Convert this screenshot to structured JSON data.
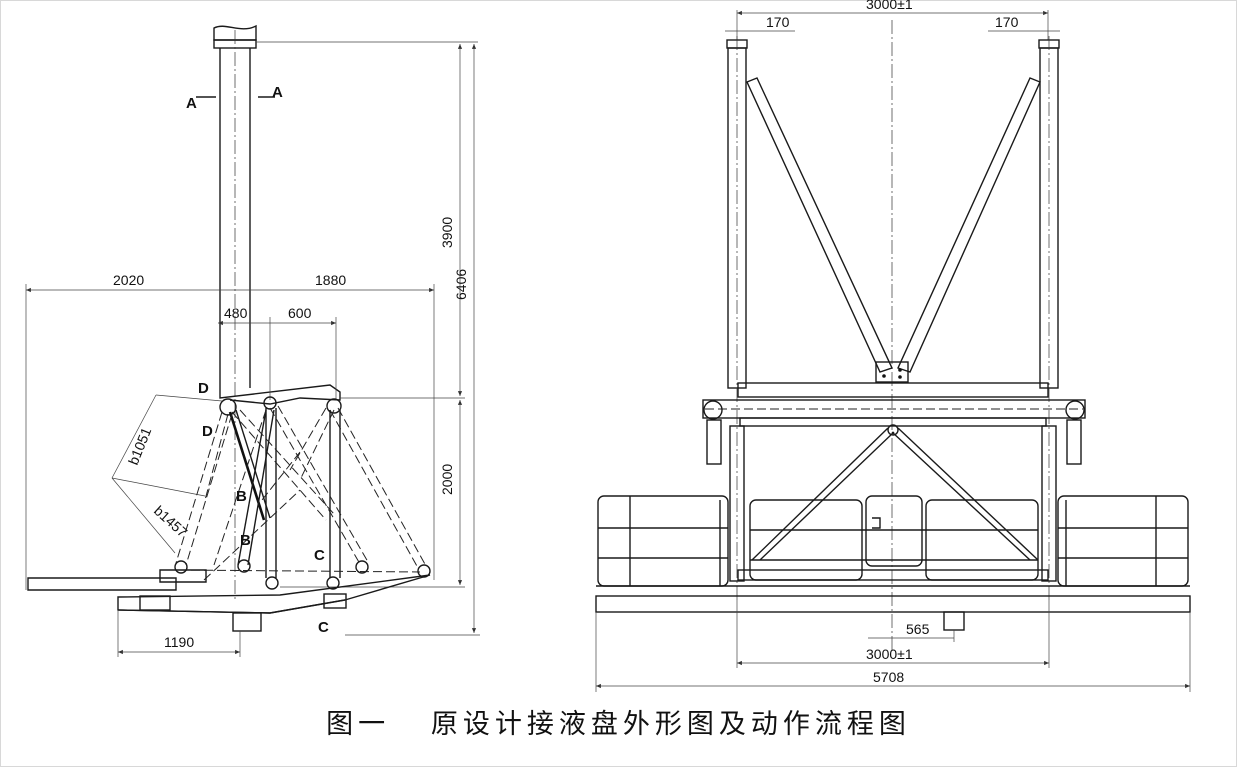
{
  "caption": "图一   原设计接液盘外形图及动作流程图",
  "side_view": {
    "dims": {
      "d3900": "3900",
      "d6406": "6406",
      "d2020": "2020",
      "d1880": "1880",
      "d480": "480",
      "d600": "600",
      "d2000": "2000",
      "d1190": "1190",
      "b1051": "b1051",
      "b1457": "b1457"
    },
    "labels": {
      "A_left": "A",
      "A_right": "A",
      "D1": "D",
      "D2": "D",
      "B1": "B",
      "B2": "B",
      "C1": "C",
      "C2": "C"
    }
  },
  "front_view": {
    "dims": {
      "top_total": "3000±1",
      "top_left_170": "170",
      "top_right_170": "170",
      "d565": "565",
      "bottom_3000": "3000±1",
      "bottom_5708": "5708"
    }
  }
}
